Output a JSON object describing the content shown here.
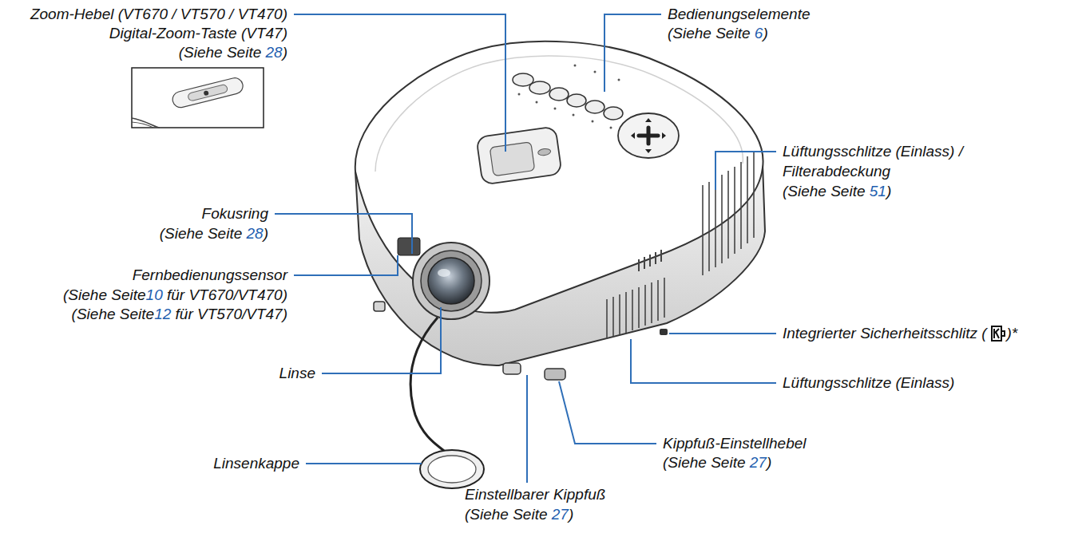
{
  "diagram": {
    "labels": [
      "Zoom-Hebel (VT670 / VT570 / VT470)",
      "Digital-Zoom-Taste (VT47)",
      "(Siehe Seite 28)",
      "Bedienungselemente",
      "(Siehe Seite 6)",
      "Lüftungsschlitze (Einlass) /",
      "Filterabdeckung",
      "(Siehe Seite 51)",
      "Fokusring",
      "(Siehe Seite 28)",
      "Fernbedienungssensor",
      "(Siehe Seite10 für VT670/VT470)",
      "(Siehe Seite12 für VT570/VT47)",
      "Integrierter Sicherheitsschlitz (",
      ")*",
      "Linse",
      "Lüftungsschlitze (Einlass)",
      "Kippfuß-Einstellhebel",
      "(Siehe Seite 27)",
      "Linsenkappe",
      "Einstellbarer Kippfuß",
      "(Siehe Seite 27)"
    ]
  }
}
